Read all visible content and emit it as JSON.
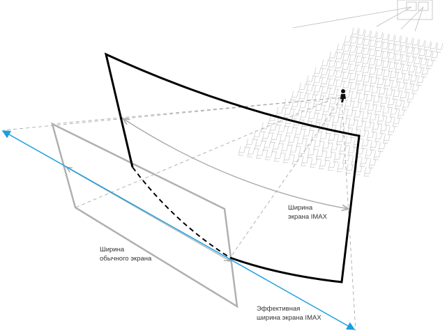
{
  "labels": {
    "imax_width": [
      "Ширина",
      "экрана IMAX"
    ],
    "regular_width": [
      "Ширина",
      "обычного экрана"
    ],
    "effective_width": [
      "Эффективная",
      "ширина экрана IMAX"
    ]
  },
  "colors": {
    "imax_screen": "#000000",
    "regular_screen": "#b0b0b0",
    "effective_line": "#1a9ee0",
    "guides": "#aaaaaa",
    "seats": "#c8c8c8"
  },
  "seating": {
    "rows": 16,
    "seats_per_row": 15
  }
}
